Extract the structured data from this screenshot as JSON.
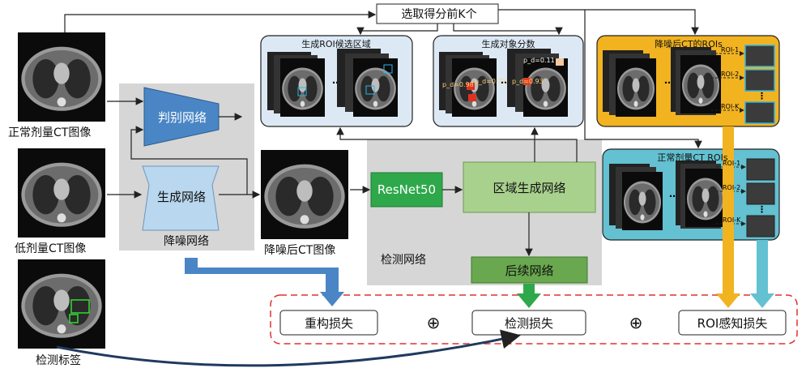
{
  "top_label": "选取得分前K个",
  "inputs": {
    "normal_ct": "正常剂量CT图像",
    "low_ct": "低剂量CT图像",
    "label_img": "检测标签"
  },
  "denoise": {
    "discriminator": "判别网络",
    "generator": "生成网络",
    "title": "降噪网络",
    "output": "降噪后CT图像"
  },
  "detection": {
    "backbone": "ResNet50",
    "rpn": "区域生成网络",
    "head": "后续网络",
    "title": "检测网络"
  },
  "panels": {
    "roi_candidates": "生成ROI候选区域",
    "object_scores": "生成对象分数",
    "denoised_rois": "降噪后CT的ROIs",
    "normal_rois": "正常剂量CT ROIs"
  },
  "roi_labels": [
    "ROI-1",
    "ROI-2",
    "ROI-K"
  ],
  "score_labels": [
    "p_d=0.11",
    "p_d=0.71",
    "p_d=0.93",
    "p_d=0.98"
  ],
  "losses": {
    "reconstruction": "重构损失",
    "detection": "检测损失",
    "roi": "ROI感知损失",
    "plus": "⊕"
  },
  "colors": {
    "denoise_bg": "#d6d6d6",
    "disc_fill": "#4a86c5",
    "gen_fill": "#b9d7ef",
    "resnet_fill": "#2ea84a",
    "rpn_fill": "#a9d18e",
    "head_fill": "#6aa84f",
    "panel_blue": "#dce9f5",
    "panel_gold": "#f2b320",
    "panel_teal": "#63c1d1",
    "loss_border": "#e03030"
  }
}
